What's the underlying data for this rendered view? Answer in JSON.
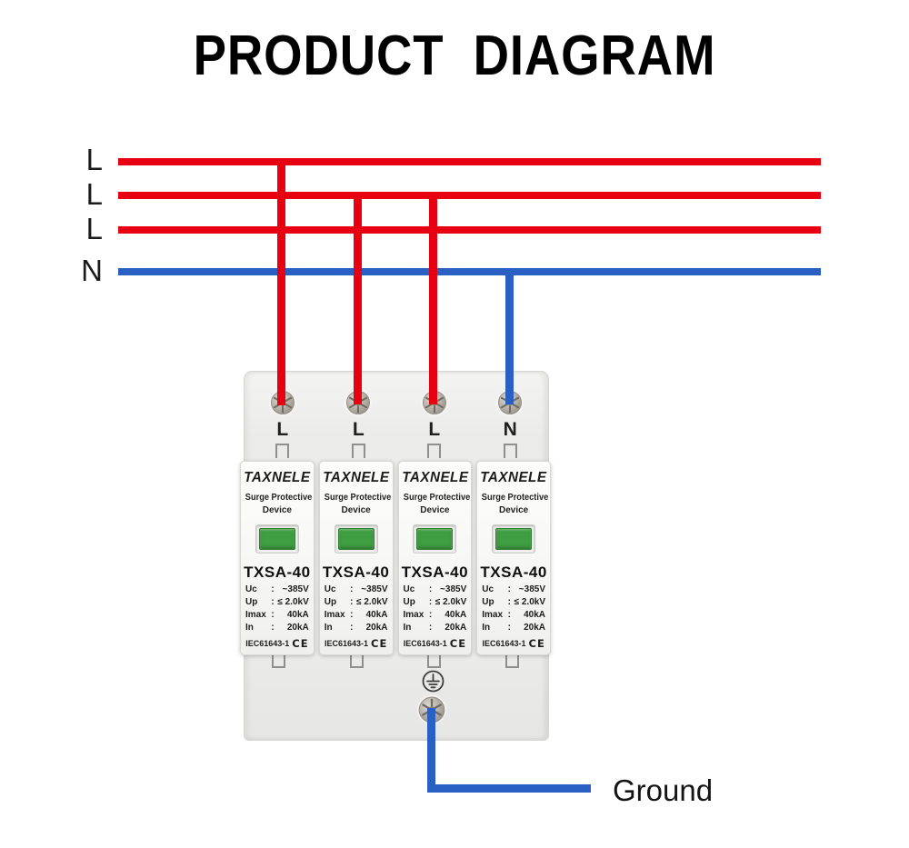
{
  "title": "PRODUCT  DIAGRAM",
  "bus": {
    "labels": [
      "L",
      "L",
      "L",
      "N"
    ]
  },
  "device": {
    "terminal_labels": [
      "L",
      "L",
      "L",
      "N"
    ],
    "module": {
      "brand": "TAXNELE",
      "type_line1": "Surge Protective",
      "type_line2": "Device",
      "model": "TXSA-40",
      "specs": [
        {
          "name": "Uc",
          "sep": ":",
          "value": "~385V"
        },
        {
          "name": "Up",
          "sep": ":",
          "value": "≤ 2.0kV"
        },
        {
          "name": "Imax",
          "sep": ":",
          "value": "40kA"
        },
        {
          "name": "In",
          "sep": ":",
          "value": "20kA"
        }
      ],
      "standard": "IEC61643-1",
      "ce_mark": "CE"
    }
  },
  "ground_label": "Ground",
  "colors": {
    "line_red": "#e60012",
    "line_blue": "#2a5fc4",
    "indicator_green": "#3f9e41"
  }
}
